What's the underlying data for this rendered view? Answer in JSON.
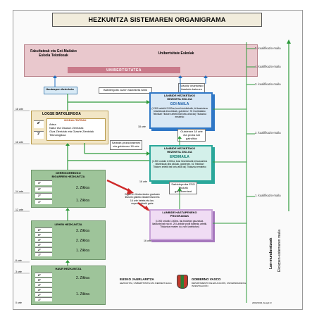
{
  "title": "HEZKUNTZA SISTEMAREN ORGANIGRAMA",
  "university": {
    "faculty": "Fakultateak eta Goi-Mailako Eskola Teknikoak",
    "schools": "Unibertsitate Eskolak",
    "label": "UNIBERTSITATEA"
  },
  "access_test": "Hautaspen Azterketa",
  "access_note": "Batxilergotik zuzen hauteketa barik",
  "right_note_top": "Araudiz onartutako ikasketa batzuen bidez",
  "lanbide_goi": {
    "line1": "LANBIDE HEZIKETAKO",
    "line2": "HEZIKETA ZIKLOA",
    "level": "GOI-MAILA",
    "body": "(1.300 ordutik 2.000ra; bost hiruhilekotik, bi ikasturtera bitartekoak dira zikloak, gutxienez. 76 Goi-Mailako Teknikari Tituluen artetik bat lortu ahal da) Titulazioa emateko"
  },
  "batxilergoa": {
    "title": "LOGSE BATXILERGOA",
    "subtitle": "MODALITATEAK",
    "items": [
      "Artea",
      "Natur eta Osasun Zientziak",
      "Giza Zientziak eta Gizarte Zientziak",
      "Teknologikoa"
    ],
    "courses": [
      "2º",
      "1º"
    ]
  },
  "middle_note": "Gutxienez 18 urte eta proba bat gaindituz",
  "middle_note2": "Sarbide-proba batenez eta gutxienez 18 urte",
  "lanbide_erdi": {
    "line1": "LANBIDE HEZIKETAKO",
    "line2": "HEZIKETA ZIKLOA",
    "level": "ERDIMAILA",
    "body": "(1.300 ordutik 2.000ra; bost hiruhilekotik bi ikasturtera bitartekoak dira zikloak, gutxienez. 61 Teknikari Tituluen artetik bat lortu ahal da) Titulazioa emateko"
  },
  "erdi_note": "Sarbideproba ESO Titulurik gabekoentzat",
  "dbh": {
    "title1": "DERRIGORREZKO",
    "title2": "BIGARREN HEZKUNTZA",
    "courses": [
      "4º",
      "3º",
      "2º",
      "1º"
    ],
    "cycles": [
      "2. Zikloa",
      "1. Zikloa"
    ]
  },
  "red_note": "Bigarren Hezkuntzako graduatu titulurik gabeko ikasleentzat eta 16 urte beteta eta lan-esperientziarik gabe",
  "hastapeneko": {
    "title1": "LANBIDE HASTAPENEKO",
    "title2": "PROGRAMAK",
    "body": "(1.000 ordutik 1.800ra, lau bloketan gauzatuta. Ikasturte bat edo bi. 25 Lanbide profil bateratu artetik. Titulazioa ematen du, nahi izatekotan)"
  },
  "lehen": {
    "title": "LEHEN HEZKUNTZA",
    "courses": [
      "6º",
      "5º",
      "4º",
      "3º",
      "2º",
      "1º"
    ],
    "cycles": [
      "3. Zikloa",
      "2. Zikloa",
      "1. Zikloa"
    ]
  },
  "haur": {
    "title": "HAUR HEZKUNTZA",
    "courses": [
      "6º",
      "5º",
      "4º",
      "3º",
      "2º",
      "1º"
    ],
    "cycles": [
      "2. Zikloa",
      "1. Zikloa"
    ]
  },
  "ages": [
    "18 urte",
    "16 urte",
    "14 urte",
    "12 urte",
    "6 urte",
    "3 urte",
    "0 urte"
  ],
  "ages_right": [
    "18 urte",
    "16 urte",
    "16 urte"
  ],
  "levels": [
    "5. kualifikazio-maila",
    "4. kualifikazio-maila",
    "3. kualifikazio-maila",
    "2. kualifikazio-maila",
    "1. kualifikazio-maila"
  ],
  "vertical_left": "Lan-munduratzeak",
  "vertical_right": "Ekoizpen-sistemaren maila",
  "footer": {
    "gov_eu": "EUSKO JAURLARITZA",
    "gov_es": "GOBIERNO VASCO",
    "dept_eu": "HEZKUNTZA, UNIBERTSITATE ETA IKERKETA SAILA",
    "dept_es": "DEPARTAMENTO DE EDUCACIÓN, UNIVERSIDADES E INVESTIGACIÓN",
    "code": "2003/2004, Ikuspil 2/"
  },
  "colors": {
    "university_bg": "#e9c8cd",
    "green": "#9ec49a",
    "blue": "#2f77c6",
    "violet": "#c8a3d8",
    "teal": "#2aa79a",
    "red": "#cf2a2a"
  }
}
